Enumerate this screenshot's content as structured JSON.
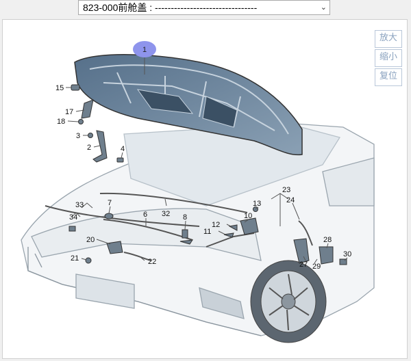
{
  "selector": {
    "value": "823-000前舱盖 : --------------------------------",
    "arrow": "⌄"
  },
  "zoom": {
    "zoom_in": "放大",
    "zoom_out": "缩小",
    "reset": "复位"
  },
  "callouts": {
    "c1": "1",
    "c2": "2",
    "c3": "3",
    "c4": "4",
    "c6": "6",
    "c7": "7",
    "c8": "8",
    "c10": "10",
    "c11": "11",
    "c12": "12",
    "c13": "13",
    "c15": "15",
    "c17": "17",
    "c18": "18",
    "c20": "20",
    "c21": "21",
    "c22": "22",
    "c23": "23",
    "c24": "24",
    "c27": "27",
    "c28": "28",
    "c29": "29",
    "c30": "30",
    "c32": "32",
    "c33": "33",
    "c34": "34"
  },
  "colors": {
    "highlight": "#8e94ec",
    "part": "#5b6f80",
    "line": "#555555"
  }
}
